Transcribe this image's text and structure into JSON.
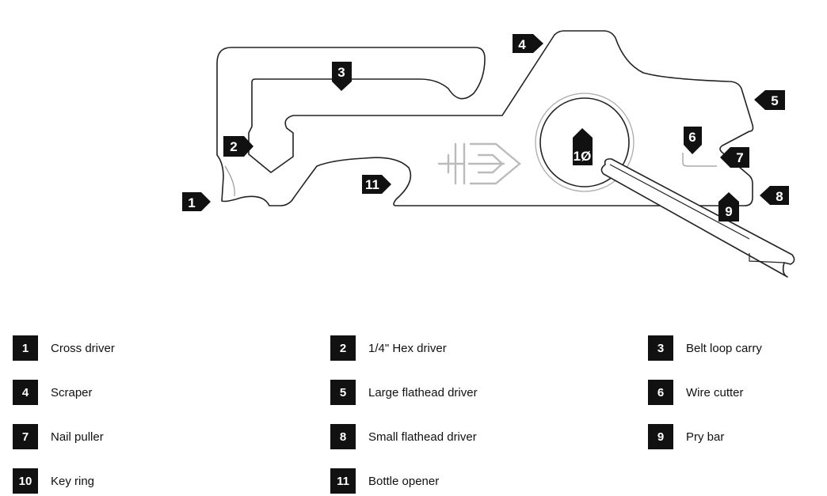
{
  "diagram": {
    "callouts": [
      {
        "number": "1"
      },
      {
        "number": "2"
      },
      {
        "number": "3"
      },
      {
        "number": "4"
      },
      {
        "number": "5"
      },
      {
        "number": "6"
      },
      {
        "number": "7"
      },
      {
        "number": "8"
      },
      {
        "number": "9"
      },
      {
        "number": "1Ø"
      },
      {
        "number": "11"
      }
    ]
  },
  "legend": {
    "items": [
      {
        "number": "1",
        "label": "Cross driver"
      },
      {
        "number": "2",
        "label": "1/4\" Hex driver"
      },
      {
        "number": "3",
        "label": "Belt loop carry"
      },
      {
        "number": "4",
        "label": "Scraper"
      },
      {
        "number": "5",
        "label": "Large flathead driver"
      },
      {
        "number": "6",
        "label": "Wire cutter"
      },
      {
        "number": "7",
        "label": "Nail puller"
      },
      {
        "number": "8",
        "label": "Small flathead driver"
      },
      {
        "number": "9",
        "label": "Pry bar"
      },
      {
        "number": "10",
        "label": "Key ring"
      },
      {
        "number": "11",
        "label": "Bottle opener"
      }
    ]
  },
  "colors": {
    "outline": "#222222",
    "badge": "#111111",
    "badge_text": "#ffffff",
    "logo": "#bbbbbb",
    "ring_outer": "#aaaaaa"
  },
  "icons": {
    "logo": "gerber-logo-icon",
    "tool": "multitool-outline-icon"
  }
}
